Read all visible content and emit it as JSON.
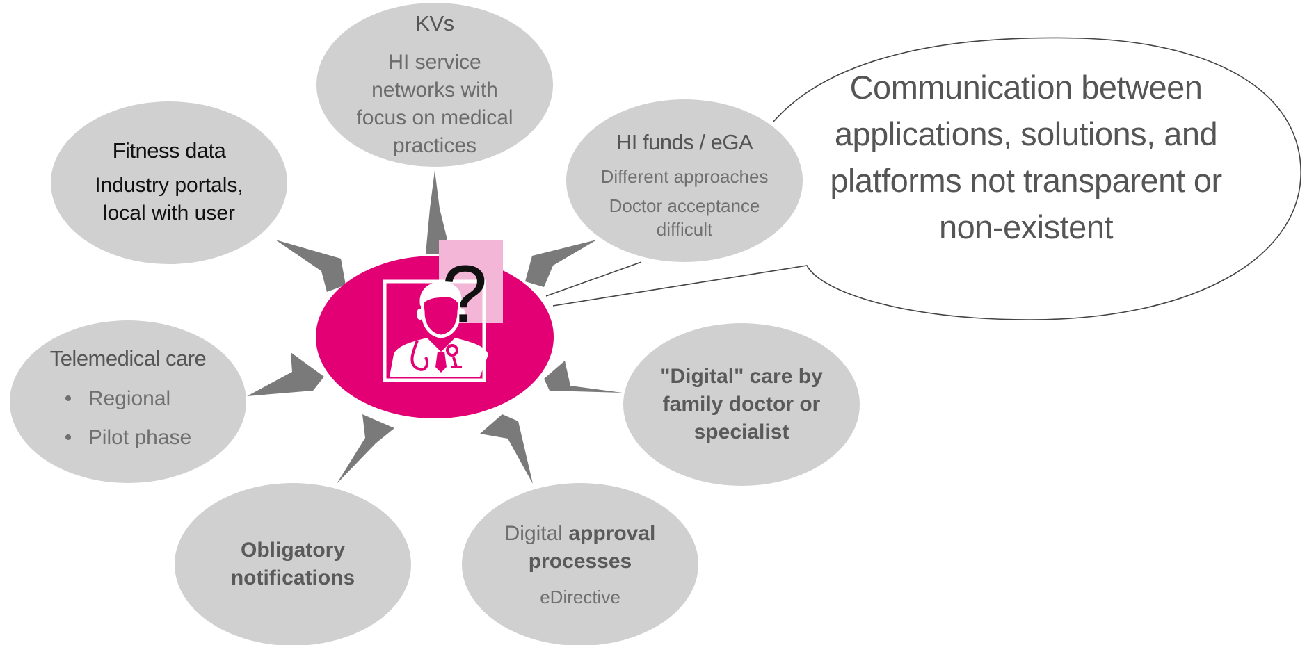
{
  "callout": {
    "text": "Communication between applications, solutions, and platforms not transparent or non-existent"
  },
  "center": {
    "icon": "doctor-icon",
    "question_mark": "?"
  },
  "nodes": {
    "kvs": {
      "title": "KVs",
      "text": "HI service networks with focus on medical practices"
    },
    "fitness": {
      "title": "Fitness data",
      "text": "Industry portals, local with user"
    },
    "hi_funds": {
      "title": "HI funds / eGA",
      "line1": "Different approaches",
      "line2": "Doctor acceptance difficult"
    },
    "telemedical": {
      "title": "Telemedical care",
      "bullet_char": "•",
      "bullets": [
        "Regional",
        "Pilot phase"
      ]
    },
    "digital_care": {
      "text": "\"Digital\" care by family doctor or specialist"
    },
    "obligatory": {
      "text": "Obligatory notifications"
    },
    "approval": {
      "prefix": "Digital",
      "bold": "approval processes",
      "sub": "eDirective"
    }
  },
  "colors": {
    "bubble_fill": "#d0d0d0",
    "center_fill": "#e20074",
    "accent_pink": "#f3b6d7",
    "arrow_fill": "#7a7a7a"
  }
}
